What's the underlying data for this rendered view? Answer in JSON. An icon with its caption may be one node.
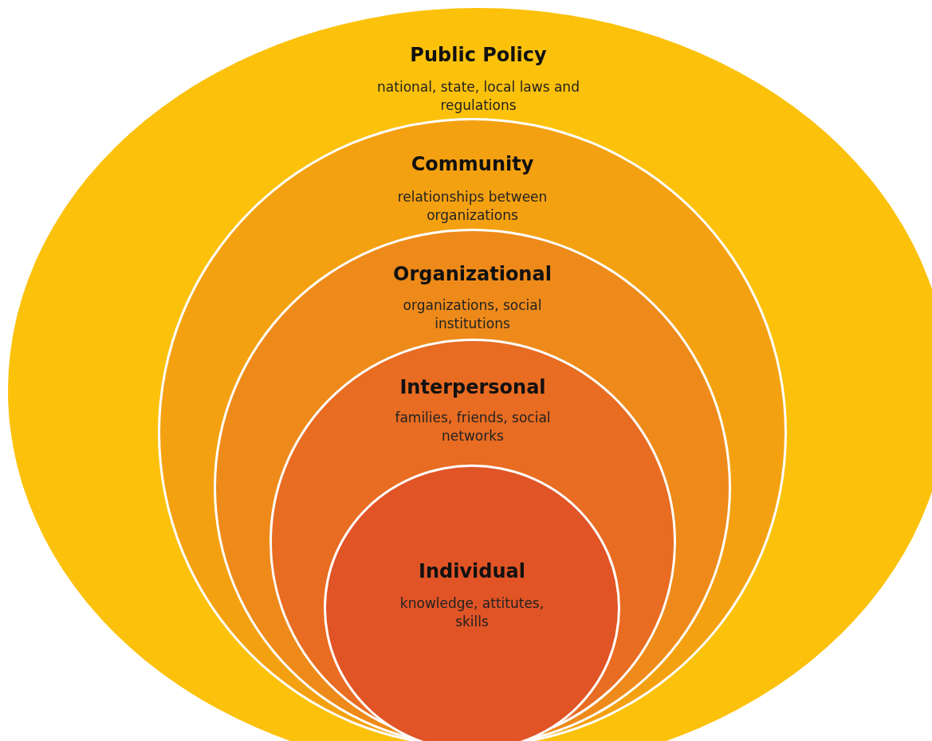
{
  "diagram": {
    "nodes": [
      {
        "text": [
          "Public Policy",
          "national, state, local laws and regulations"
        ]
      },
      {
        "text": [
          "Community",
          "relationships between organizations"
        ],
        "in": 0
      },
      {
        "text": [
          "Organizational",
          "organizations, social institutions"
        ],
        "in": 1
      },
      {
        "text": [
          "Interpersonal",
          "families, friends, social networks"
        ],
        "in": 2
      },
      {
        "text": [
          "Individual",
          "knowledge, attitutes, skills"
        ],
        "in": 3
      }
    ]
  }
}
